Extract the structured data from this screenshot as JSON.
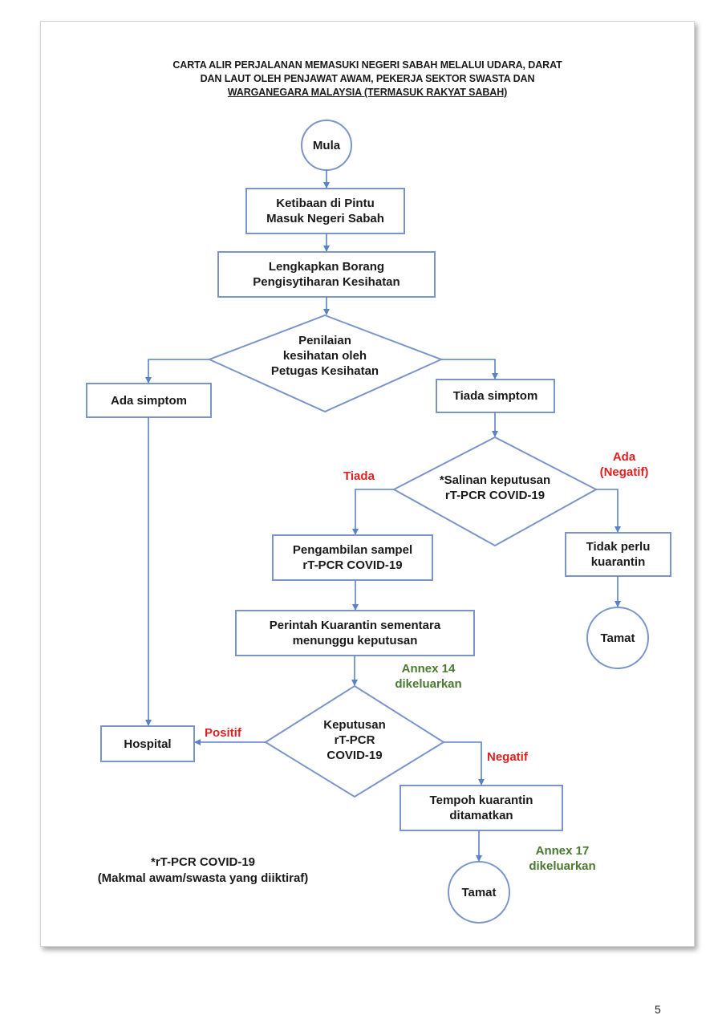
{
  "title": {
    "line1": "CARTA ALIR PERJALANAN MEMASUKI NEGERI SABAH MELALUI UDARA, DARAT",
    "line2": "DAN LAUT OLEH PENJAWAT AWAM, PEKERJA SEKTOR SWASTA DAN",
    "line3": "WARGANEGARA MALAYSIA (TERMASUK RAKYAT SABAH)"
  },
  "nodes": {
    "start": "Mula",
    "arrival_1": "Ketibaan di Pintu",
    "arrival_2": "Masuk Negeri Sabah",
    "form_1": "Lengkapkan Borang",
    "form_2": "Pengisytiharan Kesihatan",
    "assess_1": "Penilaian",
    "assess_2": "kesihatan oleh",
    "assess_3": "Petugas Kesihatan",
    "symptom": "Ada simptom",
    "no_symptom": "Tiada simptom",
    "copy_1": "*Salinan keputusan",
    "copy_2": "rT-PCR COVID-19",
    "sample_1": "Pengambilan sampel",
    "sample_2": "rT-PCR COVID-19",
    "no_quarantine_1": "Tidak perlu",
    "no_quarantine_2": "kuarantin",
    "end_1": "Tamat",
    "order_1": "Perintah Kuarantin sementara",
    "order_2": "menunggu keputusan",
    "result_1": "Keputusan",
    "result_2": "rT-PCR",
    "result_3": "COVID-19",
    "hospital": "Hospital",
    "end_quarantine_1": "Tempoh kuarantin",
    "end_quarantine_2": "ditamatkan",
    "end_2": "Tamat"
  },
  "labels": {
    "tiada": "Tiada",
    "ada_1": "Ada",
    "ada_2": "(Negatif)",
    "annex14_1": "Annex 14",
    "annex14_2": "dikeluarkan",
    "positif": "Positif",
    "negatif": "Negatif",
    "annex17_1": "Annex 17",
    "annex17_2": "dikeluarkan"
  },
  "note": {
    "line1": "*rT-PCR COVID-19",
    "line2": "(Makmal awam/swasta yang diiktiraf)"
  },
  "page_number": "5",
  "colors": {
    "shape_stroke": "#7b94c9",
    "connector": "#5a82c8",
    "label_red": "#e02020",
    "label_green": "#4a7a30"
  }
}
